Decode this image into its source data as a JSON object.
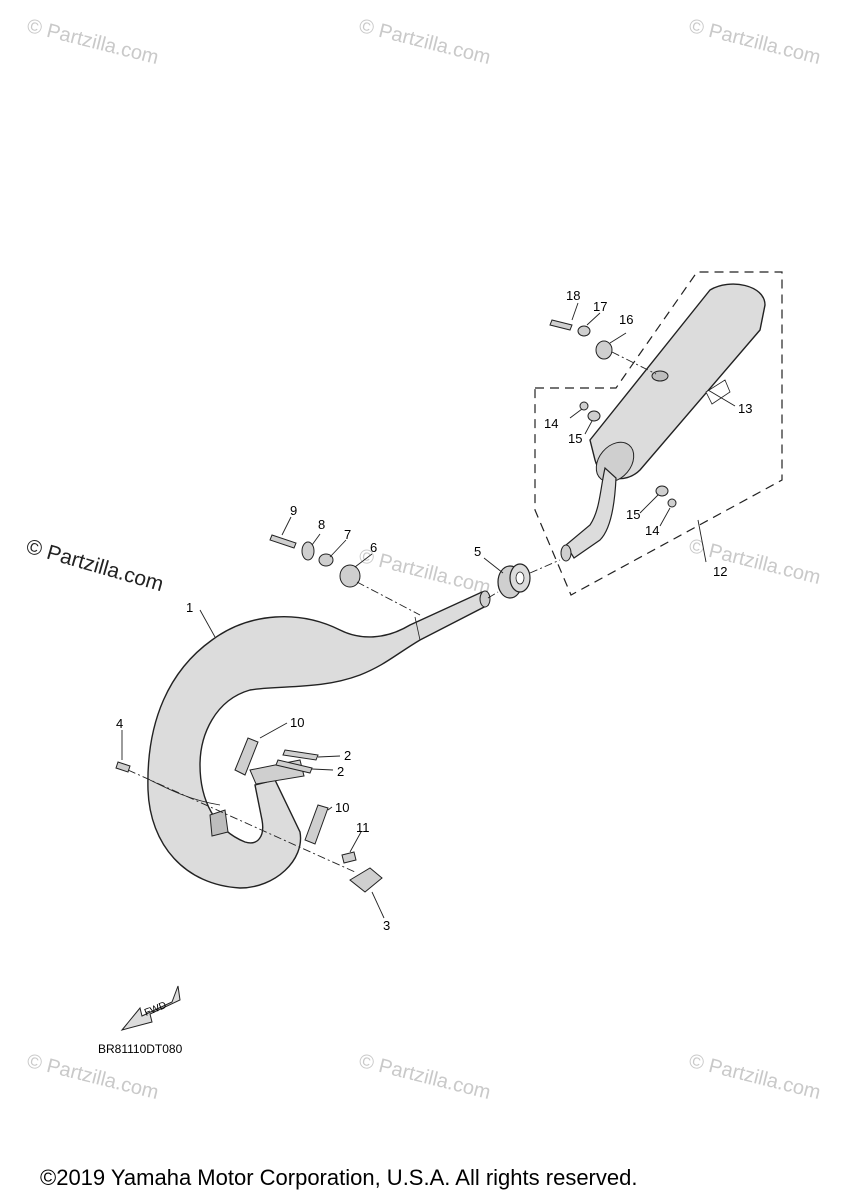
{
  "watermark": "© Partzilla.com",
  "diagram_code": "BR81110DT080",
  "fwd_label": "FWD",
  "copyright": "©2019 Yamaha Motor Corporation, U.S.A. All rights reserved.",
  "callouts": {
    "p1": "1",
    "p2a": "2",
    "p2b": "2",
    "p3": "3",
    "p4": "4",
    "p5": "5",
    "p6": "6",
    "p7": "7",
    "p8": "8",
    "p9": "9",
    "p10a": "10",
    "p10b": "10",
    "p11": "11",
    "p12": "12",
    "p13": "13",
    "p14a": "14",
    "p14b": "14",
    "p15a": "15",
    "p15b": "15",
    "p16": "16",
    "p17": "17",
    "p18": "18"
  },
  "colors": {
    "part_fill": "#dcdcdc",
    "part_stroke": "#222222",
    "watermark": "#c9c9c9"
  }
}
